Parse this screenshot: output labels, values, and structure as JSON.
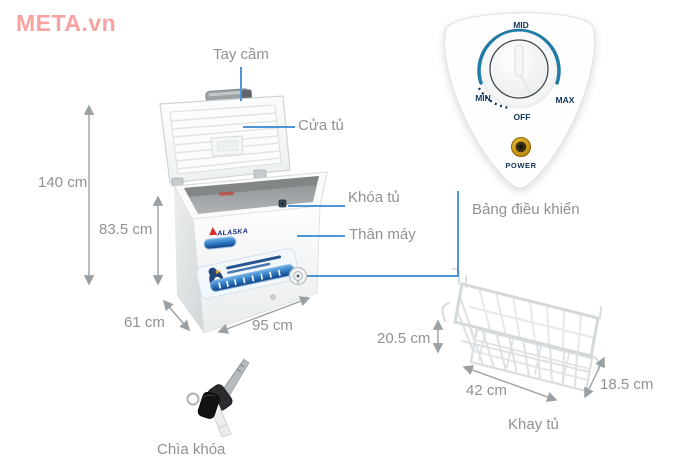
{
  "watermark": "META.vn",
  "colors": {
    "pointer_blue": "#4f95d5",
    "dial_arc_blue": "#1f7aa6",
    "navy_text": "#14355c",
    "label_gray": "#8d9296",
    "watermark_red": "#f9a2a2",
    "power_gold": "#d8a516"
  },
  "freezer": {
    "brand": "ALASKA",
    "labels": {
      "handle": "Tay cầm",
      "door": "Cửa tủ",
      "lock": "Khóa tủ",
      "body": "Thân máy"
    },
    "dimensions": {
      "height_total": "140 cm",
      "height_body": "83.5 cm",
      "depth": "61 cm",
      "width": "95 cm"
    }
  },
  "control_panel": {
    "label": "Bảng điều khiển",
    "dial": {
      "mid": "MID",
      "min": "MIN",
      "max": "MAX",
      "off": "OFF"
    },
    "power": "POWER"
  },
  "basket": {
    "label": "Khay tủ",
    "dimensions": {
      "height": "20.5 cm",
      "width": "42 cm",
      "depth": "18.5 cm"
    }
  },
  "keys": {
    "label": "Chìa khóa"
  }
}
